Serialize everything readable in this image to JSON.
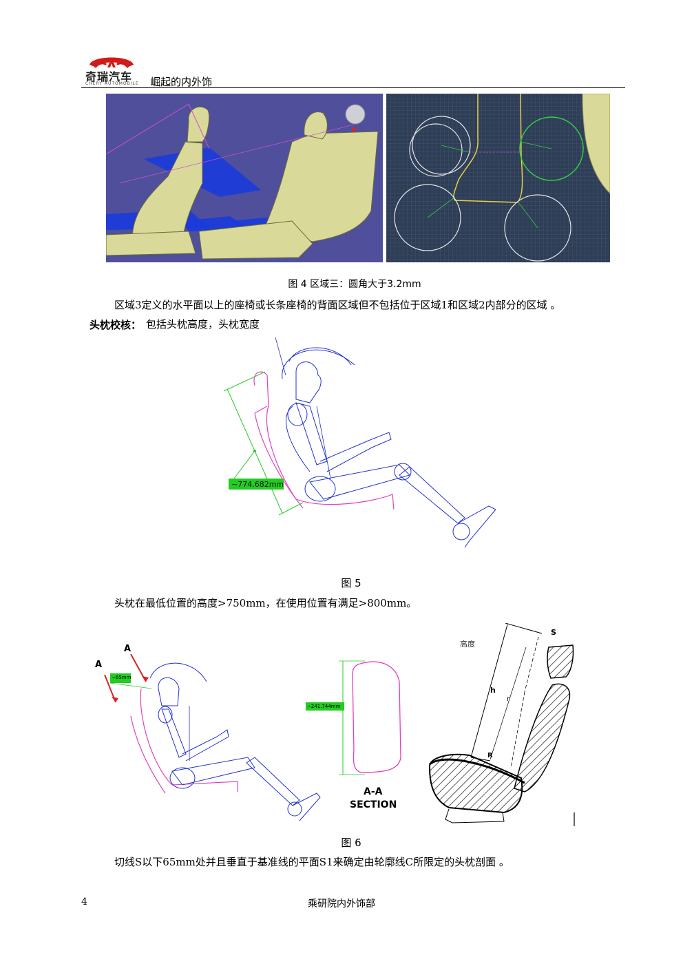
{
  "header": {
    "brand_cn": "奇瑞汽车",
    "brand_en": "CHERY AUTOMOBILE",
    "doc_title": "崛起的内外饰"
  },
  "figure4": {
    "caption": "图 4  区域三：圆角大于3.2mm"
  },
  "body": {
    "p1": "区域3定义的水平面以上的座椅或长条座椅的背面区域但不包括位于区域1和区域2内部分的区域 。",
    "p2_label": "头枕校核：",
    "p2_text": "包括头枕高度，头枕宽度",
    "p3": "头枕在最低位置的高度>750mm，在使用位置有满足>800mm。",
    "p4": "切线S以下65mm处并且垂直于基准线的平面S1来确定由轮廓线C所限定的头枕剖面 。"
  },
  "figure5": {
    "caption": "图 5",
    "measure_label": "~774.682mm"
  },
  "figure6": {
    "caption": "图 6",
    "label_a1": "A",
    "label_a2": "A",
    "left_measure": "~65mm",
    "mid_measure": "~241.744mm",
    "section_line1": "A-A",
    "section_line2": "SECTION",
    "right_title": "高度",
    "right_s": "S",
    "right_h": "h",
    "right_r": "R",
    "right_r_small": "r"
  },
  "footer": {
    "page_number": "4",
    "department": "乘研院内外饰部"
  },
  "colors": {
    "seat_yellow": "#d9d99a",
    "cad_blue": "#4f4f9c",
    "plane_blue": "#1a3adc",
    "outline_magenta": "#e040c0",
    "mannequin_blue": "#2030d0",
    "measure_green": "#22cc22"
  }
}
